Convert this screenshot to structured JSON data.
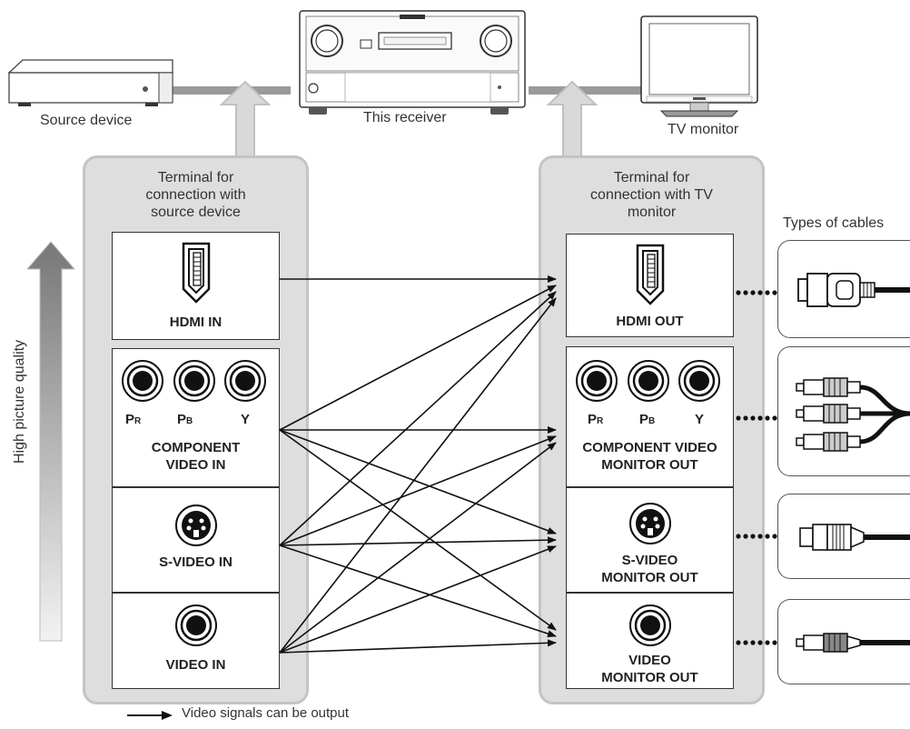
{
  "labels": {
    "source_device": "Source device",
    "this_receiver": "This receiver",
    "tv_monitor": "TV monitor",
    "types_of_cables": "Types of cables",
    "high_picture_quality": "High picture quality",
    "legend": "Video signals can be output"
  },
  "source_panel": {
    "title": "Terminal for\nconnection with\nsource device",
    "terminals": {
      "hdmi": "HDMI IN",
      "component": "COMPONENT\nVIDEO IN",
      "svideo": "S-VIDEO IN",
      "video": "VIDEO IN"
    }
  },
  "monitor_panel": {
    "title": "Terminal for\nconnection with TV\nmonitor",
    "terminals": {
      "hdmi": "HDMI OUT",
      "component": "COMPONENT VIDEO\nMONITOR OUT",
      "svideo": "S-VIDEO\nMONITOR OUT",
      "video": "VIDEO\nMONITOR OUT"
    }
  },
  "component_jacks": {
    "pr": {
      "main": "P",
      "sub": "R"
    },
    "pb": {
      "main": "P",
      "sub": "B"
    },
    "y": "Y"
  },
  "connections": [
    {
      "from": "hdmi",
      "to": [
        "hdmi"
      ]
    },
    {
      "from": "component",
      "to": [
        "hdmi",
        "component",
        "svideo",
        "video"
      ]
    },
    {
      "from": "svideo",
      "to": [
        "hdmi",
        "component",
        "svideo",
        "video"
      ]
    },
    {
      "from": "video",
      "to": [
        "hdmi",
        "component",
        "svideo",
        "video"
      ]
    }
  ],
  "colors": {
    "panel": "#dedede",
    "panel_border": "#c4c4c4",
    "arrow": "#111111",
    "quality_arrow": "#888888"
  }
}
